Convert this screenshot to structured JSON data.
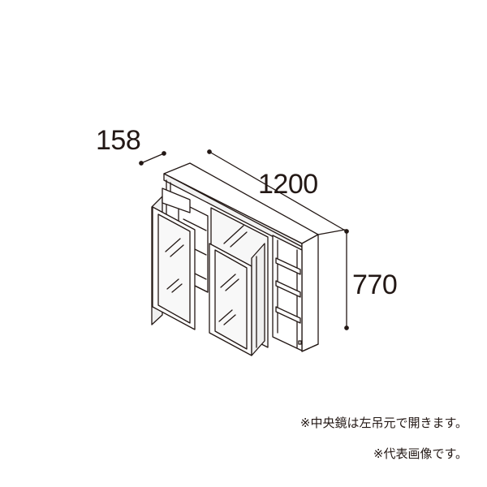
{
  "dimensions": {
    "depth": "158",
    "width": "1200",
    "height": "770"
  },
  "notes": [
    "※中央鏡は左吊元で開きます。",
    "※代表画像です。"
  ],
  "colors": {
    "line": "#231815",
    "body": "#ffffff",
    "mirror": "#f6f6f6"
  }
}
